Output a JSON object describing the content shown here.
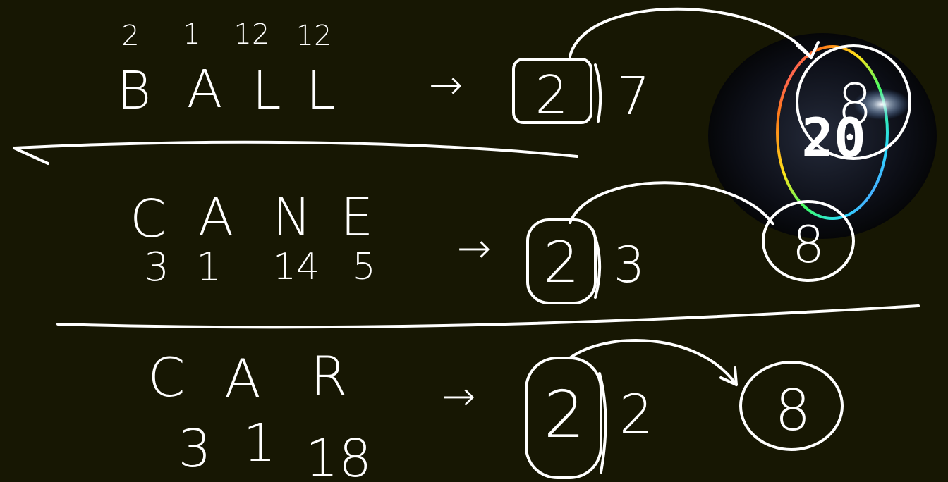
{
  "rows": [
    {
      "word_letters": [
        "B",
        "A",
        "L",
        "L"
      ],
      "letter_numbers": [
        "2",
        "1",
        "12",
        "12"
      ],
      "arrow": "→",
      "boxed_digit": "2",
      "trailing_digit": "7",
      "circled_result": "8"
    },
    {
      "word_letters": [
        "C",
        "A",
        "N",
        "E"
      ],
      "letter_numbers": [
        "3",
        "1",
        "14",
        "5"
      ],
      "arrow": "→",
      "boxed_digit": "2",
      "trailing_digit": "3",
      "circled_result": "8"
    },
    {
      "word_letters": [
        "C",
        "A",
        "R"
      ],
      "letter_numbers": [
        "3",
        "1",
        "18"
      ],
      "arrow": "→",
      "boxed_digit": "2",
      "trailing_digit": "2",
      "circled_result": "8"
    }
  ],
  "timer": {
    "value": "20",
    "ring_colors": [
      "#ff2fd0",
      "#ff7a1a",
      "#ffe51a",
      "#3cff6a",
      "#2ad8ff",
      "#8a4dff"
    ]
  },
  "colors": {
    "background": "#171703",
    "ink": "#ffffff"
  }
}
